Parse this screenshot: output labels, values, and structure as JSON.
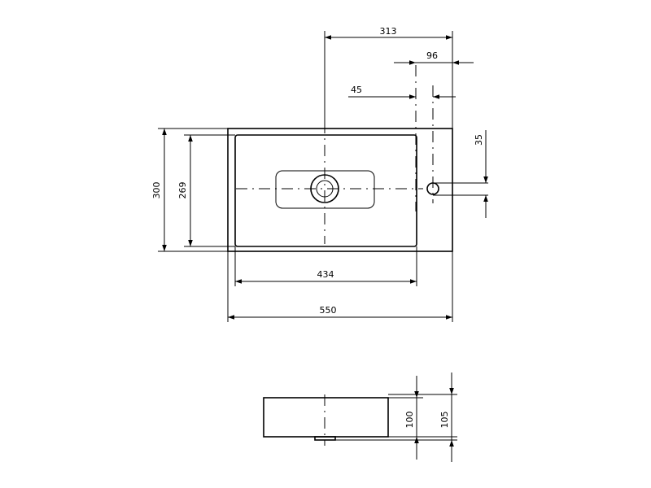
{
  "dimensions": {
    "tap_offset": "313",
    "overflow_offset": "96",
    "hole_offset": "45",
    "hole_vertical": "35",
    "outer_depth": "300",
    "inner_depth": "269",
    "inner_width": "434",
    "outer_width": "550",
    "inner_height": "100",
    "outer_height": "105"
  }
}
